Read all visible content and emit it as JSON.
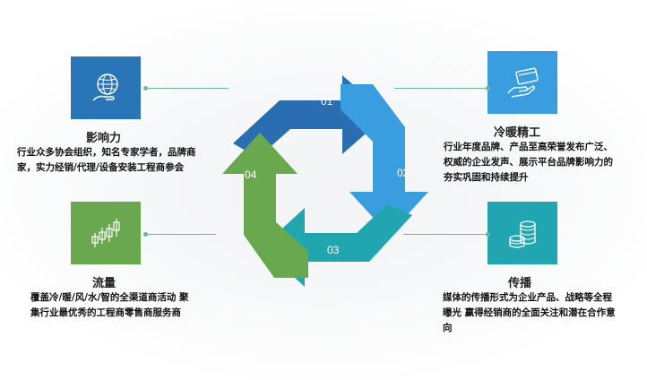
{
  "features": {
    "influence": {
      "title": "影响力",
      "desc": "行业众多协会组织，知名专家学者，品牌商家，实力经销/代理/设备安装工程商参会",
      "icon": "globe-hand-icon",
      "color": "#2a74b8"
    },
    "hvac_elite": {
      "title": "冷暖精工",
      "desc": "行业年度品牌、产品至高荣誉发布广泛、权威的企业发声、展示平台品牌影响力的夯实巩固和持续提升",
      "icon": "card-hand-icon",
      "color": "#3a9de0"
    },
    "traffic": {
      "title": "流量",
      "desc": "覆盖冷/暖/风/水/智的全渠道商活动 聚集行业最优秀的工程商零售商服务商",
      "icon": "candlestick-icon",
      "color": "#6aa84f"
    },
    "spread": {
      "title": "传播",
      "desc": "媒体的传播形式为企业产品、战略等全程曝光 赢得经销商的全面关注和潜在合作意向",
      "icon": "coin-stack-icon",
      "color": "#21a5b0"
    }
  },
  "cycle": {
    "labels": [
      "01",
      "02",
      "03",
      "04"
    ],
    "colors": [
      "#2a6db0",
      "#3a9de0",
      "#21a5b0",
      "#6aa84f"
    ]
  }
}
